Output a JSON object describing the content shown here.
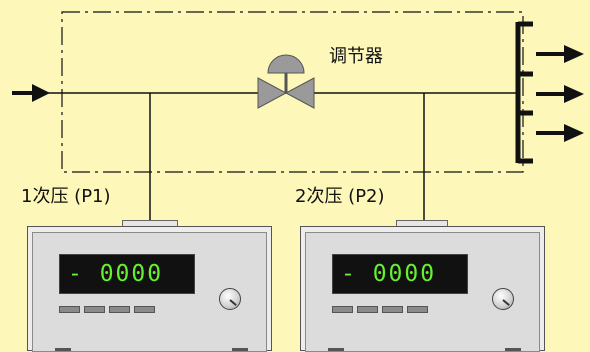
{
  "labels": {
    "regulator": "调节器",
    "p1": "1次压 (P1)",
    "p2": "2次压 (P2)"
  },
  "gauges": [
    {
      "readout": "- 0000"
    },
    {
      "readout": "- 0000"
    }
  ],
  "colors": {
    "background": "#fdf7b9",
    "line": "#111111",
    "valve_body": "#9a9a9a",
    "display": "#111111",
    "digits": "#66f02e"
  },
  "icons": [
    "arrow-right-icon",
    "valve-icon",
    "knob-icon"
  ]
}
